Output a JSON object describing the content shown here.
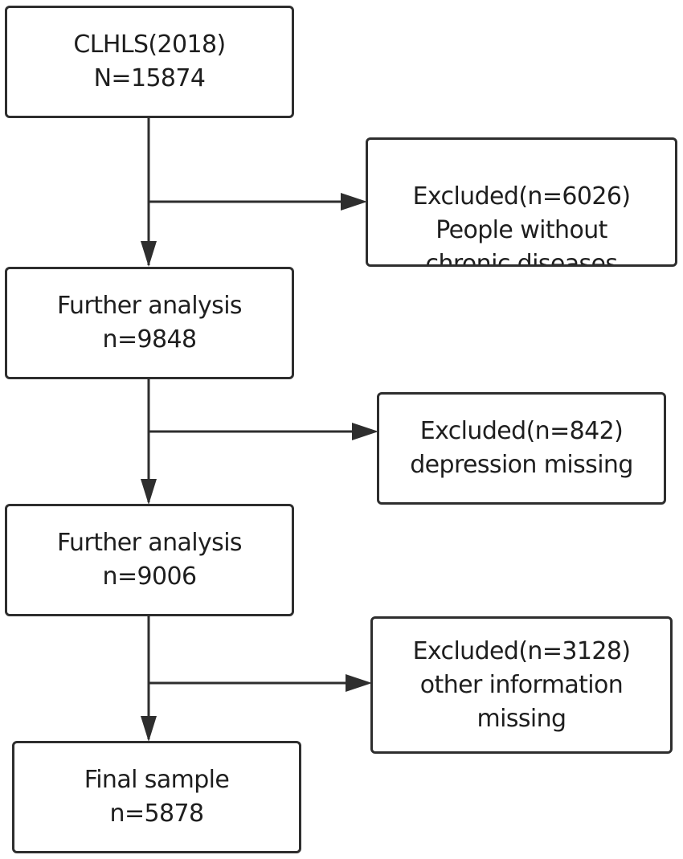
{
  "main_boxes": [
    {
      "id": "start",
      "lines": [
        "CLHLS(2018)",
        "N=15874"
      ]
    },
    {
      "id": "analysis-1",
      "lines": [
        "Further analysis",
        "n=9848"
      ]
    },
    {
      "id": "analysis-2",
      "lines": [
        "Further analysis",
        "n=9006"
      ]
    },
    {
      "id": "final",
      "lines": [
        "Final sample",
        "n=5878"
      ]
    }
  ],
  "exclusion_boxes": [
    {
      "id": "excluded-1",
      "lines": [
        "Excluded(n=6026)",
        "People without",
        "chronic diseases"
      ]
    },
    {
      "id": "excluded-2",
      "lines": [
        "Excluded(n=842)",
        "depression missing"
      ]
    },
    {
      "id": "excluded-3",
      "lines": [
        "Excluded(n=3128)",
        "other information",
        "missing"
      ]
    }
  ],
  "colors": {
    "stroke": "#2e2e2e",
    "text": "#1e1e1e",
    "background": "#ffffff"
  }
}
